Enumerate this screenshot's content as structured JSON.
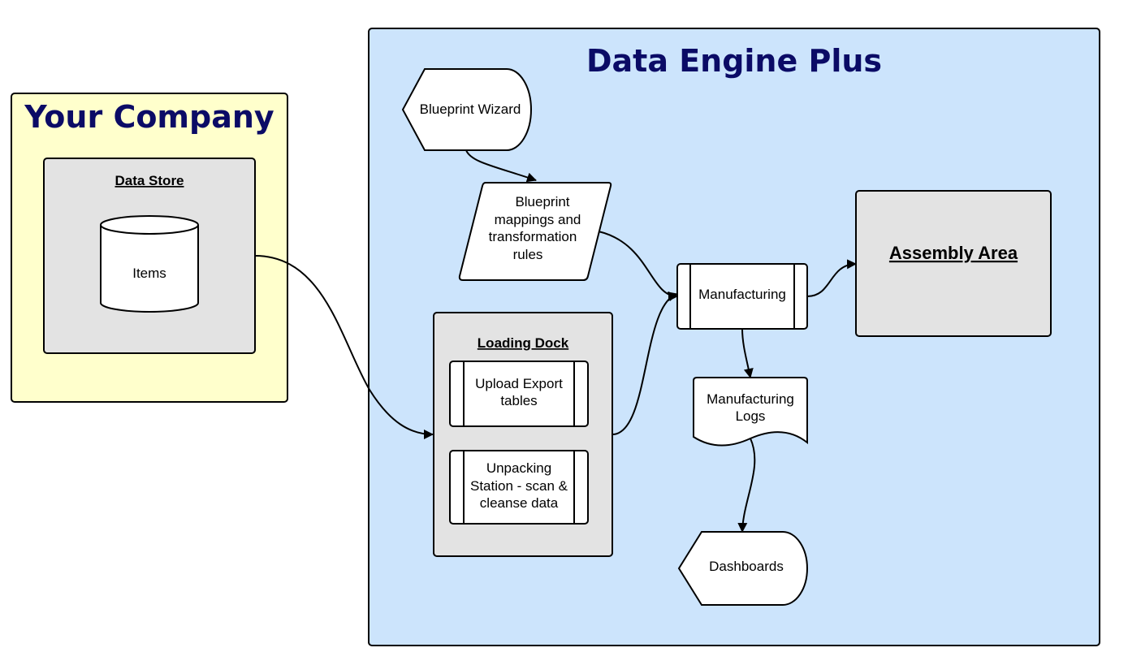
{
  "colors": {
    "company_bg": "#ffffcc",
    "engine_bg": "#cce4fc",
    "container_bg": "#e3e3e3",
    "shape_bg": "#ffffff",
    "title_color": "#0b0b66"
  },
  "company": {
    "title": "Your Company",
    "data_store": {
      "title": "Data Store",
      "items_label": "Items"
    }
  },
  "engine": {
    "title": "Data Engine Plus",
    "blueprint_wizard": "Blueprint Wizard",
    "blueprint_rules": [
      "Blueprint",
      "mappings and",
      "transformation",
      "rules"
    ],
    "loading_dock": {
      "title": "Loading Dock",
      "upload": [
        "Upload Export",
        "tables"
      ],
      "unpacking": [
        "Unpacking",
        "Station - scan &",
        "cleanse data"
      ]
    },
    "manufacturing": "Manufacturing",
    "manufacturing_logs": [
      "Manufacturing",
      "Logs"
    ],
    "dashboards": "Dashboards",
    "assembly_area": "Assembly Area"
  }
}
